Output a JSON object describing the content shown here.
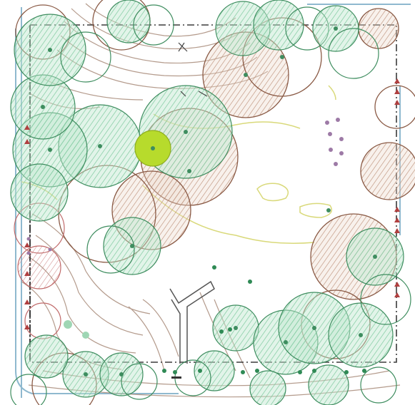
{
  "map": {
    "kind": "hand-drawn site plan with tree canopy circles and topographic contour lines",
    "colors": {
      "paper": "#ffffff",
      "canopy_green": "#8fd3ad",
      "canopy_green_dark": "#3e8d5f",
      "canopy_brown": "#b98b73",
      "canopy_brown_dark": "#8a5a45",
      "contour_brown": "#9c7f6f",
      "contour_yellow": "#d9d97a",
      "highlight_tree": "#b7db2c",
      "boundary": "#3b3b3b",
      "road_edge": "#8fb9cf",
      "shrub_purple": "#9d7aa6",
      "red_marker": "#b04040"
    },
    "icons": [
      "tree-canopy",
      "shrub-dot",
      "triangle-marker",
      "boundary-dash"
    ]
  }
}
